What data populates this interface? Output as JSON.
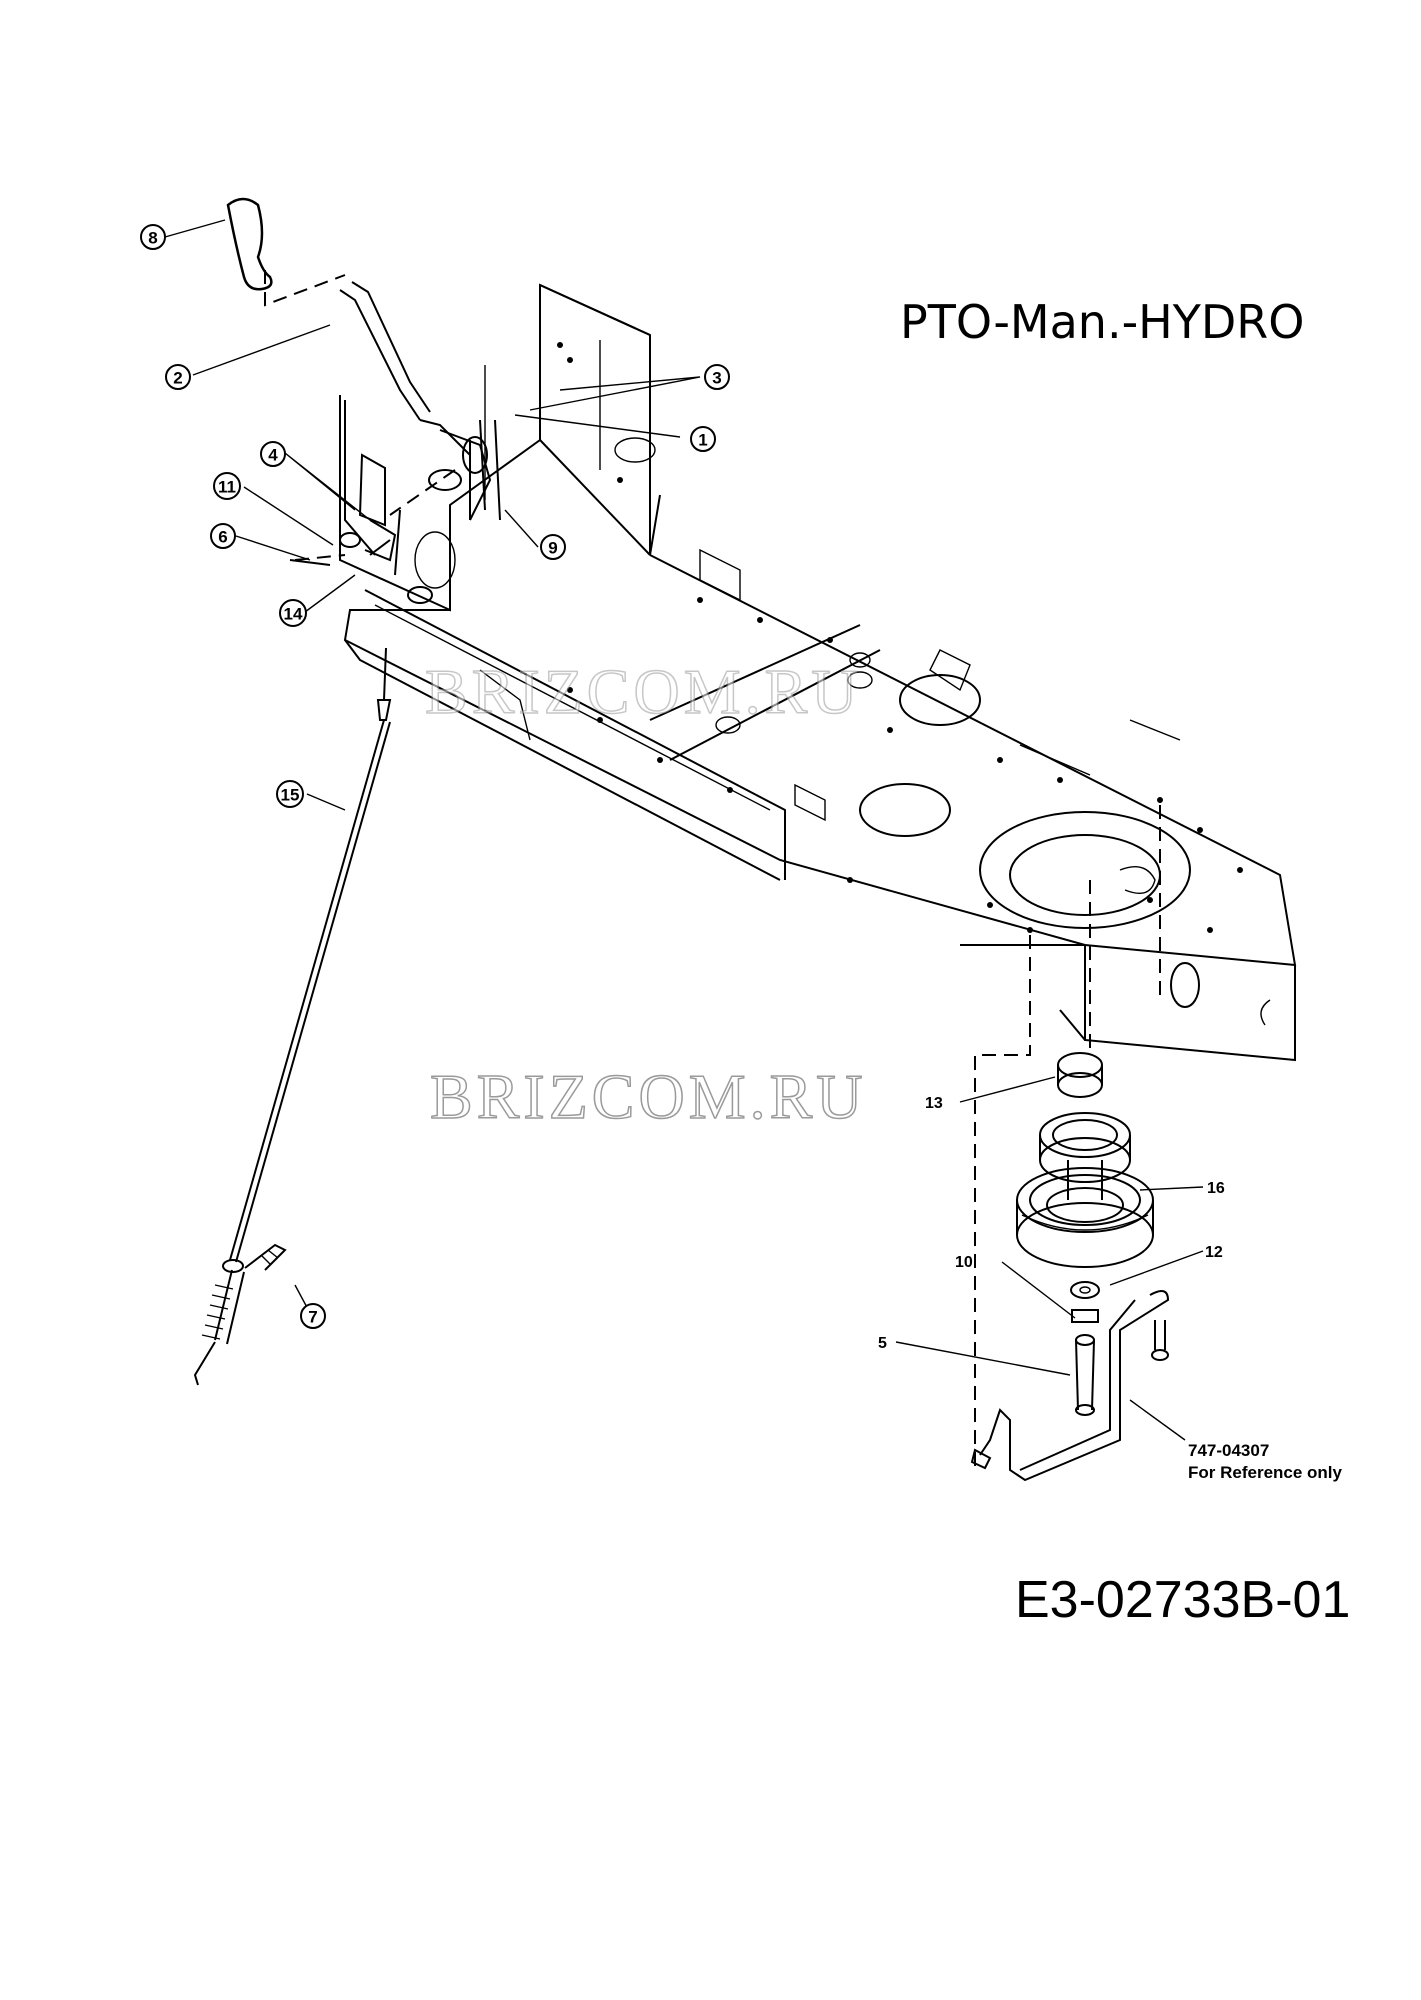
{
  "title": "PTO-Man.-HYDRO",
  "drawing_code": "E3-02733B-01",
  "reference_note": {
    "part_number": "747-04307",
    "text": "For Reference  only"
  },
  "watermarks": [
    "BRIZCOM.RU",
    "BRIZCOM.RU"
  ],
  "callouts": {
    "c1": "1",
    "c2": "2",
    "c3": "3",
    "c4": "4",
    "c6": "6",
    "c7": "7",
    "c8": "8",
    "c9": "9",
    "c11": "11",
    "c14": "14",
    "c15": "15"
  },
  "plain_labels": {
    "l5": "5",
    "l10": "10",
    "l12": "12",
    "l13": "13",
    "l16": "16"
  }
}
